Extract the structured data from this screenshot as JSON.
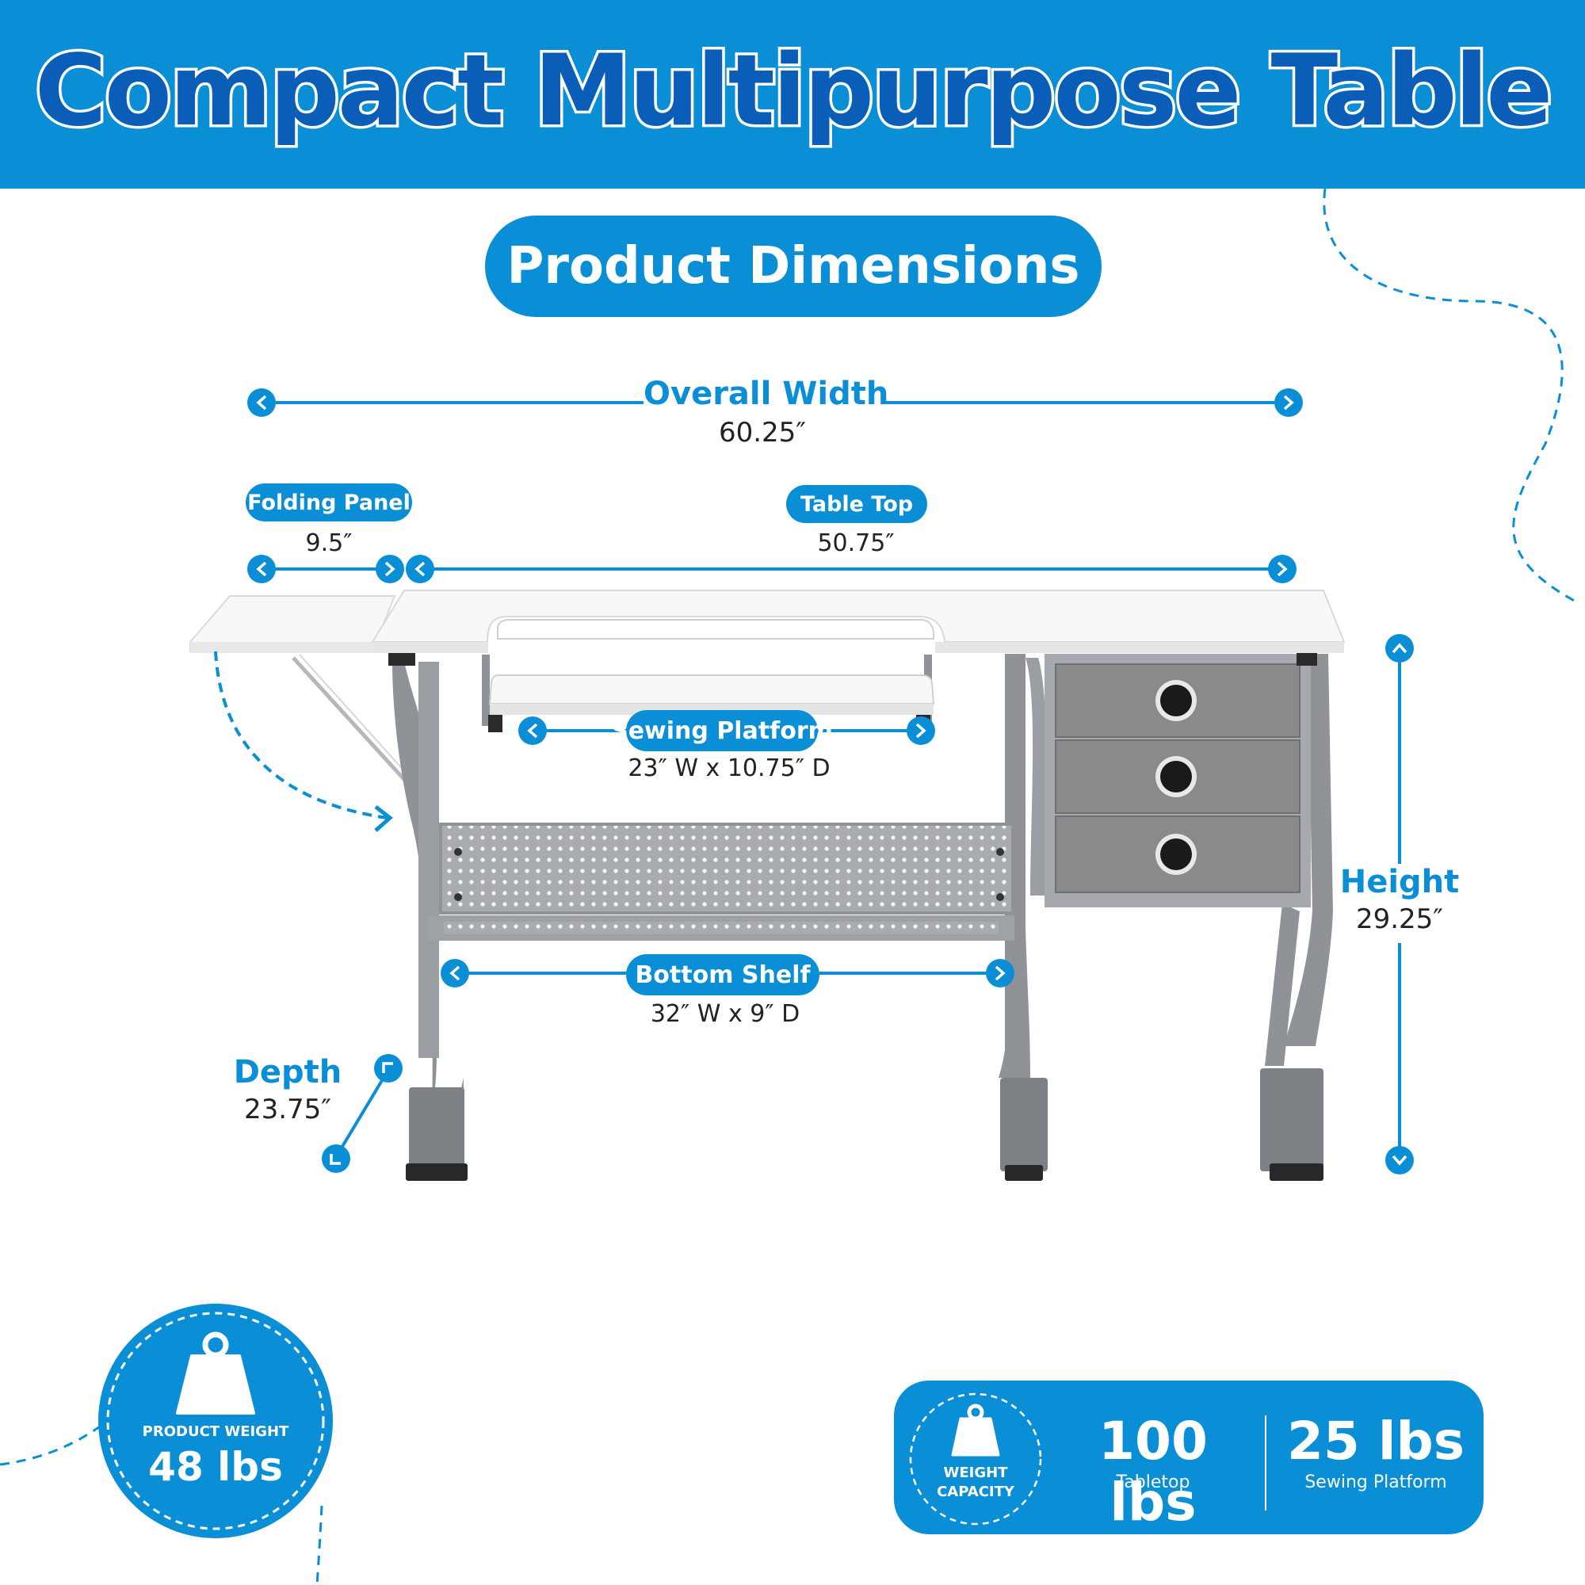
{
  "header": {
    "title": "Compact Multipurpose Table"
  },
  "section": {
    "subtitle": "Product Dimensions"
  },
  "dimensions": {
    "overall_width": {
      "label": "Overall Width",
      "value": "60.25″"
    },
    "folding_panel": {
      "label": "Folding Panel",
      "value": "9.5″"
    },
    "table_top": {
      "label": "Table Top",
      "value": "50.75″"
    },
    "sewing_platform": {
      "label": "Sewing Platform",
      "value": "23″ W x 10.75″ D"
    },
    "bottom_shelf": {
      "label": "Bottom Shelf",
      "value": "32″ W x 9″ D"
    },
    "height": {
      "label": "Height",
      "value": "29.25″"
    },
    "depth": {
      "label": "Depth",
      "value": "23.75″"
    }
  },
  "product_weight": {
    "label": "PRODUCT WEIGHT",
    "value": "48 lbs",
    "icon": "weight-icon"
  },
  "weight_capacity": {
    "label_line1": "WEIGHT",
    "label_line2": "CAPACITY",
    "icon": "weight-icon",
    "tabletop": {
      "value": "100 lbs",
      "label": "Tabletop"
    },
    "sewing_platform": {
      "value": "25 lbs",
      "label": "Sewing Platform"
    }
  },
  "colors": {
    "brand_blue": "#0a8fd6",
    "title_blue": "#0b5eb8",
    "frame_gray": "#8f9296",
    "drawer_gray": "#8a8a8a"
  }
}
